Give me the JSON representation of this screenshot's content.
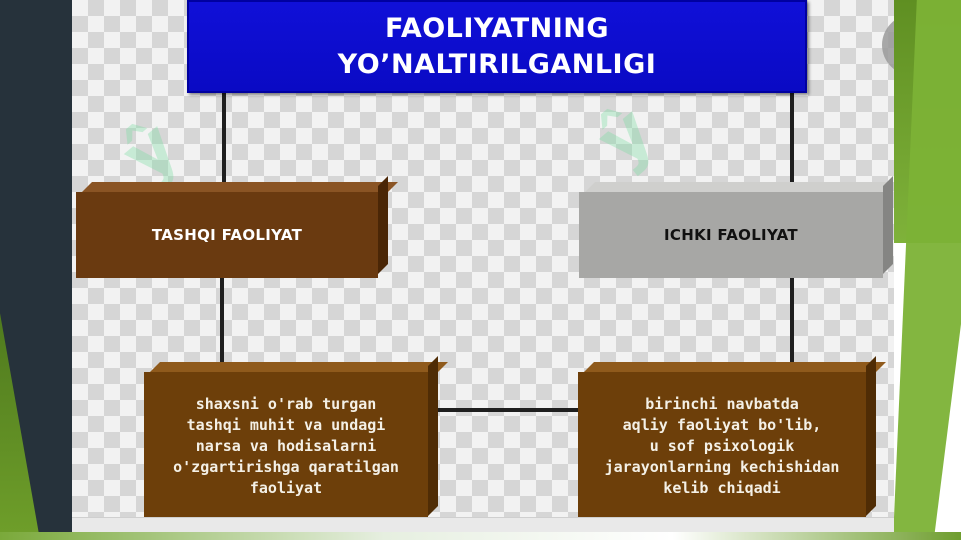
{
  "header": {
    "title_line1": "FAOLIYATNING",
    "title_line2": "YO’NALTIRILGANLIGI"
  },
  "left_category": {
    "label": "TASHQI FAOLIYAT"
  },
  "right_category": {
    "label": "ICHKI FAOLIYAT"
  },
  "left_description": {
    "text": "shaxsni o'rab turgan\ntashqi muhit va undagi\nnarsa va hodisalarni\no'zgartirishga qaratilgan\nfaoliyat"
  },
  "right_description": {
    "text": "birinchi navbatda\naqliy faoliyat bo'lib,\nu sof psixologik\njarayonlarning kechishidan\nkelib chiqadi"
  },
  "close_button": {
    "icon": "close-icon",
    "glyph": "✕"
  },
  "colors": {
    "header_blue": "#0a0ac4",
    "tashqi_brown": "#6a3a10",
    "ichki_gray": "#a7a7a5",
    "description_brown": "#6d3f0a"
  }
}
